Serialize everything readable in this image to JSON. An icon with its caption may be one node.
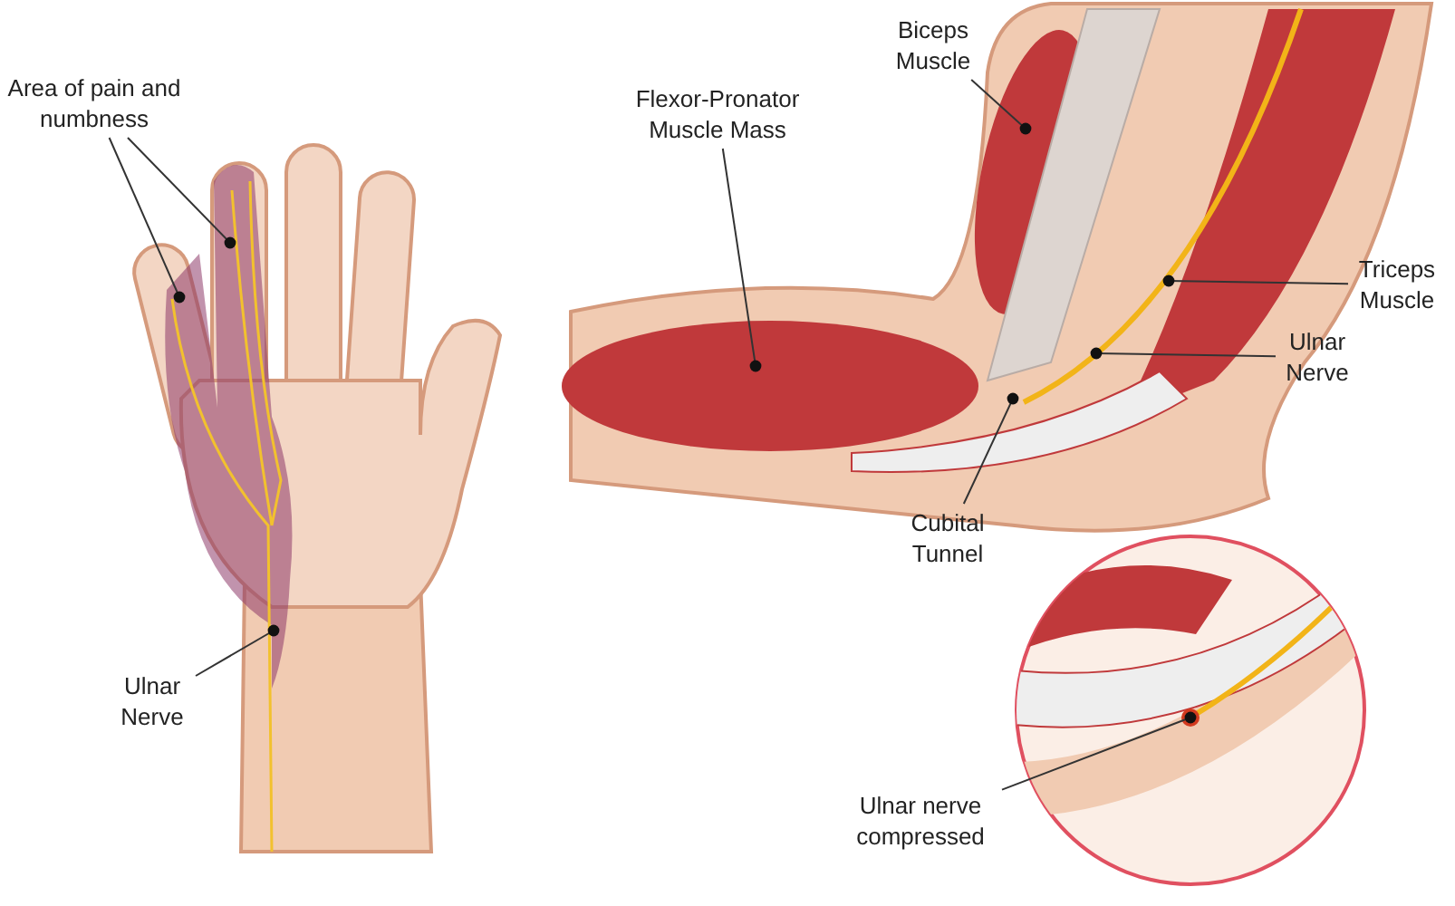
{
  "diagram": {
    "nodes": [
      {
        "text": [
          "Area of pain and numbness"
        ]
      },
      {
        "text": [
          "Ulnar Nerve"
        ]
      },
      {
        "text": [
          "Flexor-Pronator Muscle Mass"
        ]
      },
      {
        "text": [
          "Biceps Muscle"
        ]
      },
      {
        "text": [
          "Triceps Muscle"
        ]
      },
      {
        "text": [
          "Ulnar Nerve"
        ]
      },
      {
        "text": [
          "Cubital Tunnel"
        ]
      },
      {
        "text": [
          "Ulnar nerve compressed"
        ]
      }
    ],
    "edges": [
      {
        "from": 0,
        "to": null,
        "arrow": "other"
      },
      {
        "from": 0,
        "to": null,
        "arrow": "other"
      },
      {
        "from": 1,
        "to": null,
        "arrow": "other"
      },
      {
        "from": 2,
        "to": null,
        "arrow": "other"
      },
      {
        "from": 3,
        "to": null,
        "arrow": "other"
      },
      {
        "from": 4,
        "to": null,
        "arrow": "other"
      },
      {
        "from": 5,
        "to": null,
        "arrow": "other"
      },
      {
        "from": 6,
        "to": null,
        "arrow": "other"
      },
      {
        "from": 7,
        "to": null,
        "arrow": "other"
      }
    ]
  }
}
